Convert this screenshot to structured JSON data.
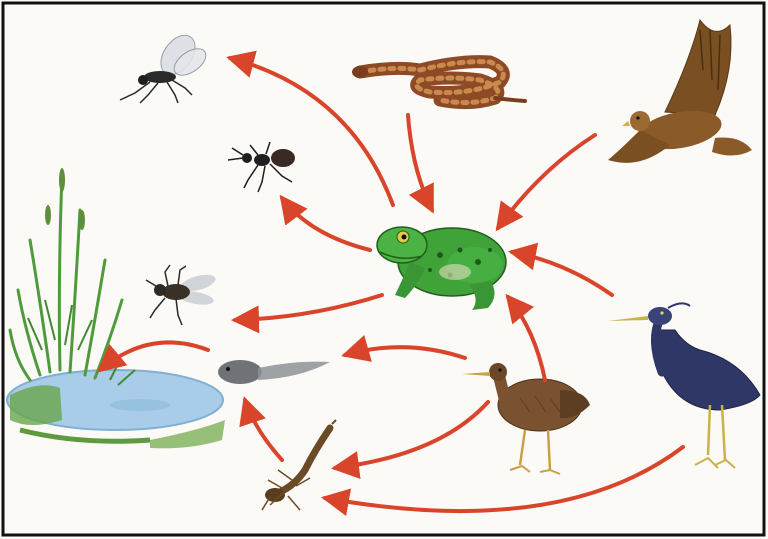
{
  "title": "",
  "colors": {
    "background": "#fbfaf7",
    "frame": "#111111",
    "arrow": "#d9452b",
    "water": "#a9cde8",
    "reed": "#4f9a3a",
    "frog": "#3fa33a",
    "snake": "#a2562c",
    "hawk": "#8a5a28",
    "heron": "#2f3766",
    "crake": "#7a5230",
    "insect": "#2a2a2a",
    "tadpole": "#6f7378",
    "larva": "#6b4a26"
  },
  "organisms": [
    {
      "id": "fly",
      "icon": "fly-icon"
    },
    {
      "id": "ant",
      "icon": "ant-icon"
    },
    {
      "id": "horsefly",
      "icon": "horsefly-icon"
    },
    {
      "id": "snake",
      "icon": "snake-icon"
    },
    {
      "id": "hawk",
      "icon": "hawk-icon"
    },
    {
      "id": "frog",
      "icon": "frog-icon"
    },
    {
      "id": "pond",
      "icon": "pond-plants-icon"
    },
    {
      "id": "tadpole",
      "icon": "tadpole-icon"
    },
    {
      "id": "crake",
      "icon": "crake-bird-icon"
    },
    {
      "id": "heron",
      "icon": "heron-icon"
    },
    {
      "id": "larva",
      "icon": "dragonfly-larva-icon"
    }
  ],
  "links": [
    {
      "from": "frog",
      "to": "fly"
    },
    {
      "from": "frog",
      "to": "ant"
    },
    {
      "from": "frog",
      "to": "horsefly"
    },
    {
      "from": "snake",
      "to": "frog"
    },
    {
      "from": "hawk",
      "to": "frog"
    },
    {
      "from": "heron",
      "to": "frog"
    },
    {
      "from": "crake",
      "to": "frog"
    },
    {
      "from": "crake",
      "to": "tadpole"
    },
    {
      "from": "crake",
      "to": "larva"
    },
    {
      "from": "heron",
      "to": "larva"
    },
    {
      "from": "larva",
      "to": "tadpole"
    },
    {
      "from": "tadpole",
      "to": "pond"
    }
  ]
}
